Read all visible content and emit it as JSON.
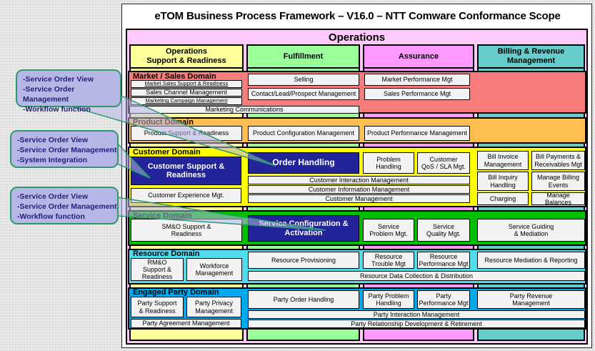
{
  "page": {
    "title": "eTOM Business Process Framework – V16.0 – NTT Comware Conformance Scope"
  },
  "table": {
    "operations_label": "Operations"
  },
  "colors": {
    "table_pink": "#FFC9FA",
    "column_yellow": "#FFFF99",
    "column_green": "#99FF99",
    "column_pink": "#FF99FF",
    "column_teal": "#66CCCC",
    "market_red": "#F87C7C",
    "product_orange": "#FFBE50",
    "customer_yellow": "#FFFF00",
    "service_green": "#00BE00",
    "resource_cyan": "#4FDCEC",
    "engaged_blue": "#00A8EC",
    "highlight_navy": "#23239A",
    "process_box_bg": "#F2F2F2",
    "callout_fill": "#B7B7E7",
    "callout_border": "#2E9A6E",
    "callout_text": "#20207E"
  },
  "columns": [
    {
      "label": "Operations\nSupport & Readiness"
    },
    {
      "label": "Fulfillment"
    },
    {
      "label": "Assurance"
    },
    {
      "label": "Billing & Revenue\nManagement"
    }
  ],
  "market": {
    "label": "Market / Sales Domain",
    "boxes": {
      "mssr": "Market Sales Support & Readiness",
      "scm": "Sales Channel Management",
      "mcm": "Marketing Campaign Management",
      "selling": "Selling",
      "clpm": "Contact/Lead/Prospect Management",
      "mpm": "Market Performance Mgt",
      "spm": "Sales Performance Mgt",
      "mc": "Marketing Communications"
    }
  },
  "product": {
    "label": "Product Domain",
    "boxes": {
      "psr": "Product Support & Readiness",
      "pcm": "Product Configuration Management",
      "ppm": "Product Performance Management"
    }
  },
  "customer": {
    "label": "Customer Domain",
    "boxes": {
      "csr": "Customer Support &\nReadiness",
      "cem": "Customer Experience Mgt.",
      "oh": "Order Handling",
      "ph": "Problem\nHandling",
      "qos": "Customer\nQoS / SLA Mgt.",
      "cim": "Customer Interaction Management",
      "cinfm": "Customer Information Management",
      "cm": "Customer Management",
      "bim": "Bill Invoice\nManagement",
      "bpr": "Bill Payments &\nReceivables Mgt",
      "bih": "Bill Inquiry\nHandling",
      "mbe": "Manage Billing\nEvents",
      "charging": "Charging",
      "mbal": "Manage Balances"
    }
  },
  "service": {
    "label": "Service Domain",
    "boxes": {
      "smo": "SM&O Support &\nReadiness",
      "sca": "Service Configuration &\nActivation",
      "spm": "Service\nProblem Mgt.",
      "sqm": "Service\nQuality Mgt.",
      "sgm": "Service Guiding\n& Mediation"
    }
  },
  "resource": {
    "label": "Resource Domain",
    "boxes": {
      "rmo": "RM&O\nSupport & Readiness",
      "wfm": "Workforce\nManagement",
      "rp": "Resource Provisioning",
      "rtm": "Resource\nTrouble Mgt",
      "rpm": "Resource\nPerformance Mgt",
      "rmr": "Resource Mediation & Reporting",
      "rdcd": "Resource Data Collection & Distribution"
    }
  },
  "engaged": {
    "label": "Engaged Party Domain",
    "boxes": {
      "eps": "Party Support\n& Readiness",
      "epp": "Party Privacy\nManagement",
      "pam": "Party Agreement Management",
      "poh": "Party Order Handling",
      "pph": "Party Problem\nHandling",
      "ppfm": "Party\nPerformance Mgt",
      "prm": "Party Revenue\nManagement",
      "pim": "Party Interaction Management",
      "prdr": "Party Relationship Development & Retirement"
    }
  },
  "callouts": [
    {
      "line1": "-Service Order View",
      "line2": "-Service Order Management",
      "line3": "-Workflow function"
    },
    {
      "line1": "-Service Order View",
      "line2": "-Service Order Management",
      "line3": "-System Integration"
    },
    {
      "line1": "-Service Order View",
      "line2": "-Service Order Management",
      "line3": "-Workflow function"
    }
  ]
}
